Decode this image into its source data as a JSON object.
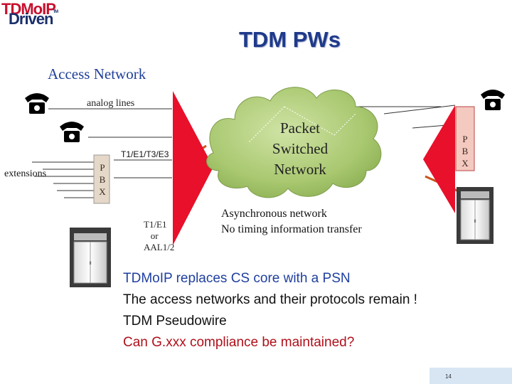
{
  "logo": {
    "line1": "TDMoIP",
    "line2": "Driven",
    "trademark": "TM"
  },
  "title": "TDM PWs",
  "labels": {
    "access_network": "Access Network",
    "analog_lines": "analog lines",
    "extensions": "extensions",
    "trunk": "T1/E1/T3/E3",
    "t1e1_or_aal": "T1/E1\n   or\nAAL1/2",
    "async_line1": "Asynchronous network",
    "async_line2": "No timing information transfer",
    "cloud_line1": "Packet",
    "cloud_line2": "Switched",
    "cloud_line3": "Network",
    "pbx_left": [
      "P",
      "B",
      "X"
    ],
    "pbx_right": [
      "P",
      "B",
      "X"
    ]
  },
  "bullets": [
    "TDMoIP replaces CS core with a PSN",
    "The access networks and their protocols remain !",
    "TDM Pseudowire",
    "Can G.xxx compliance be maintained?"
  ],
  "page_number": "14",
  "icons": [
    "telephone-icon",
    "cabinet-icon",
    "pbx-icon",
    "cloud-icon"
  ],
  "colors": {
    "title": "#1f3a8a",
    "access_network": "#1f3f9a",
    "gateway_red": "#e8102a",
    "cloud_green": "#a6c86a",
    "orange_link": "#c8541a",
    "bullet_blue": "#1f3fa0",
    "bullet_red": "#b0101a"
  }
}
